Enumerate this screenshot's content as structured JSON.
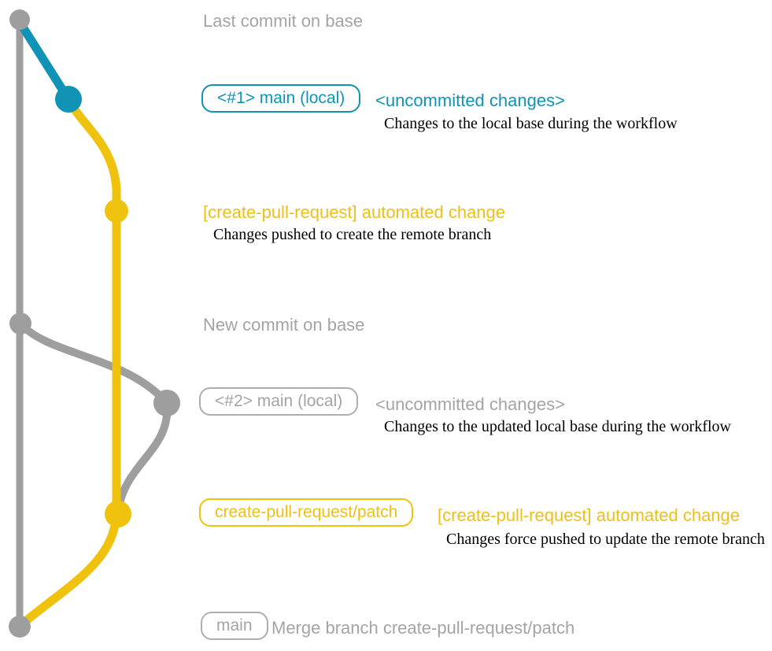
{
  "colors": {
    "branch_gray": "#9e9e9e",
    "branch_blue": "#1193b5",
    "branch_yellow": "#efc30d",
    "text_gray": "#a4a4a4",
    "text_blue": "#1193b5",
    "text_yellow": "#efbf16",
    "desc_black": "#000000",
    "background": "#ffffff"
  },
  "graph": {
    "type": "git-graph",
    "branches": [
      {
        "name": "base",
        "color": "#9e9e9e"
      },
      {
        "name": "main (local)",
        "color": "#1193b5"
      },
      {
        "name": "create-pull-request/patch",
        "color": "#efc30d"
      },
      {
        "name": "main (local, updated)",
        "color": "#9e9e9e"
      }
    ],
    "commit_nodes": [
      {
        "id": "base-last-commit",
        "color": "#9e9e9e"
      },
      {
        "id": "main-local-1",
        "color": "#1193b5"
      },
      {
        "id": "automated-change-1",
        "color": "#efc30d"
      },
      {
        "id": "base-new-commit",
        "color": "#9e9e9e"
      },
      {
        "id": "main-local-2",
        "color": "#9e9e9e"
      },
      {
        "id": "automated-change-2",
        "color": "#efc30d"
      },
      {
        "id": "merge-commit",
        "color": "#9e9e9e"
      }
    ]
  },
  "rows": {
    "last_commit": {
      "label": "Last commit on base"
    },
    "commit1": {
      "badge": "<#1> main (local)",
      "title": "<uncommitted changes>",
      "desc": "Changes to the local base during the workflow"
    },
    "auto1": {
      "title": "[create-pull-request] automated change",
      "desc": "Changes pushed to create the remote branch"
    },
    "new_commit": {
      "label": "New commit on base"
    },
    "commit2": {
      "badge": "<#2> main (local)",
      "title": "<uncommitted changes>",
      "desc": "Changes to the updated local base during the workflow"
    },
    "auto2": {
      "badge": "create-pull-request/patch",
      "title": "[create-pull-request] automated change",
      "desc": "Changes force pushed to update the remote branch"
    },
    "merge": {
      "badge": "main",
      "label": "Merge branch create-pull-request/patch"
    }
  }
}
